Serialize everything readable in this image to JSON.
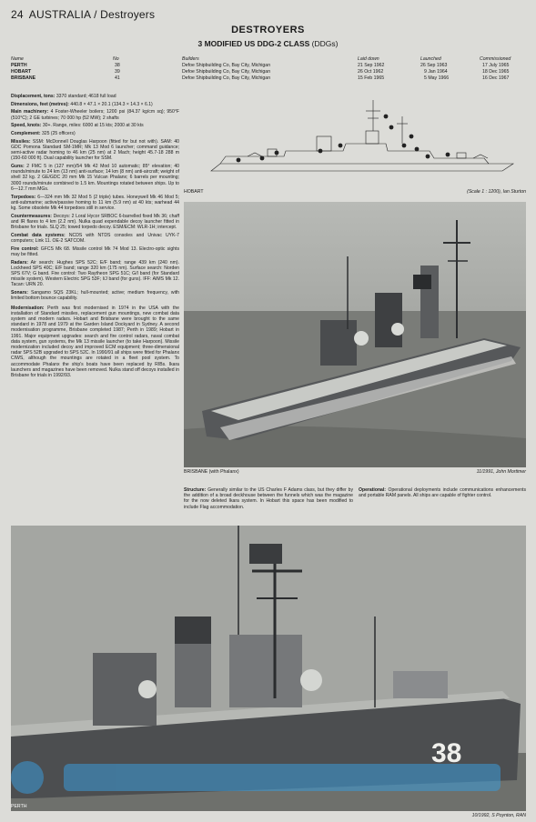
{
  "header": {
    "page_number": "24",
    "section": "AUSTRALIA / Destroyers"
  },
  "title": "DESTROYERS",
  "subtitle": {
    "main": "3 MODIFIED US DDG-2 CLASS",
    "suffix": "(DDGs)"
  },
  "ships_table": {
    "headers": {
      "name": "Name",
      "no": "No",
      "builders": "Builders",
      "laid_down": "Laid down",
      "launched": "Launched",
      "commissioned": "Commissioned"
    },
    "rows": [
      {
        "name": "PERTH",
        "no": "38",
        "builders": "Defoe Shipbuilding Co, Bay City, Michigan",
        "laid_down": "21 Sep 1962",
        "launched": "26 Sep 1963",
        "commissioned": "17 July 1965"
      },
      {
        "name": "HOBART",
        "no": "39",
        "builders": "Defoe Shipbuilding Co, Bay City, Michigan",
        "laid_down": "26 Oct 1962",
        "launched": "9 Jan 1964",
        "commissioned": "18 Dec 1965"
      },
      {
        "name": "BRISBANE",
        "no": "41",
        "builders": "Defoe Shipbuilding Co, Bay City, Michigan",
        "laid_down": "15 Feb 1965",
        "launched": "5 May 1966",
        "commissioned": "16 Dec 1967"
      }
    ]
  },
  "specs": [
    {
      "label": "Displacement, tons:",
      "text": "3370 standard; 4618 full load"
    },
    {
      "label": "Dimensions, feet (metres):",
      "text": "440.8 × 47.1 × 20.1 (134.3 × 14.3 × 6.1)"
    },
    {
      "label": "Main machinery:",
      "text": "4 Foster-Wheeler boilers; 1200 psi (84.37 kg/cm sq); 950°F (510°C); 2 GE turbines; 70 000 hp (52 MW); 2 shafts"
    },
    {
      "label": "Speed, knots:",
      "text": "30+. Range, miles: 6000 at 15 kts; 2000 at 30 kts"
    },
    {
      "label": "Complement:",
      "text": "325 (25 officers)"
    },
    {
      "label": "Missiles:",
      "text": "SSM: McDonnell Douglas Harpoon (fitted for but not with). SAM: 40 GDC Pomona Standard SM-1MR; Mk 13 Mod 6 launcher; command guidance; semi-active radar homing to 46 km (25 nm) at 2 Mach; height 45.7-18 288 m (150-60 000 ft). Dual capability launcher for SSM."
    },
    {
      "label": "Guns:",
      "text": "2 FMC 5 in (127 mm)/54 Mk 42 Mod 10 automatic; 85° elevation; 40 rounds/minute to 24 km (13 nm) anti-surface; 14 km (8 nm) anti-aircraft; weight of shell 32 kg. 2 GE/GDC 20 mm Mk 15 Vulcan Phalanx; 6 barrels per mounting; 3000 rounds/minute combined to 1.5 km. Mountings rotated between ships. Up to 6—12.7 mm MGs."
    },
    {
      "label": "Torpedoes:",
      "text": "6—324 mm Mk 32 Mod 5 (2 triple) tubes. Honeywell Mk 46 Mod 5; anti-submarine; active/passive homing to 11 km (5.9 nm) at 40 kts; warhead 44 kg. Some obsolete Mk 44 torpedoes still in service."
    },
    {
      "label": "Countermeasures:",
      "text": "Decoys: 2 Loral Hycor SRBOC 6-barrelled fixed Mk 36; chaff and IR flares to 4 km (2.2 nm). Nulka quad expendable decoy launcher fitted in Brisbane for trials. SLQ 25; towed torpedo decoy. ESM/ECM: WLR-1H; intercept."
    },
    {
      "label": "Combat data systems:",
      "text": "NCDS with NTDS consoles and Univac UYK-7 computers; Link 11. OE-2 SATCOM."
    },
    {
      "label": "Fire control:",
      "text": "GFCS Mk 68. Missile control Mk 74 Mod 13. Electro-optic sights may be fitted."
    },
    {
      "label": "Radars:",
      "text": "Air search: Hughes SPS 52C; E/F band; range 439 km (240 nm). Lockheed SPS 40C; E/F band; range 320 km (175 nm). Surface search: Norden SPS 67V; G band. Fire control: Two Raytheon SPG 51C; G/I band (for Standard missile system). Western Electric SPG 53F; I/J band (for guns). IFF: AIMS Mk 12. Tacan: URN 20."
    },
    {
      "label": "Sonars:",
      "text": "Sangamo SQS 23KL; hull-mounted; active; medium frequency, with limited bottom bounce capability."
    },
    {
      "label": "Modernisation:",
      "text": "Perth was first modernised in 1974 in the USA with the installation of Standard missiles, replacement gun mountings, new combat data system and modern radars. Hobart and Brisbane were brought to the same standard in 1978 and 1979 at the Garden Island Dockyard in Sydney. A second modernisation programme, Brisbane completed 1987; Perth in 1989; Hobart in 1991. Major equipment upgrades: search and fire control radars, naval combat data system, gun systems, the Mk 13 missile launcher (to take Harpoon). Missile modernization included decoy and improved ECM equipment; three-dimensional radar SPS 52B upgraded to SPS 52C. In 1990/91 all ships were fitted for Phalanx CIWS, although the mountings are rotated in a fleet pool system. To accommodate Phalanx the ship's boats have been replaced by RIBs. Ikara launchers and magazines have been removed. Nulka stand off decoys installed in Brisbane for trials in 1992/93."
    }
  ],
  "figures": {
    "drawing": {
      "label": "HOBART",
      "credit": "(Scale 1 : 1200), Ian Sturton"
    },
    "photo1": {
      "label": "BRISBANE (with Phalanx)",
      "credit": "11/1991, John Mortimer"
    },
    "photo2": {
      "label": "PERTH",
      "credit": "10/1992, S Poynton, RAN",
      "hull_number": "38"
    }
  },
  "structure": {
    "label": "Structure:",
    "text": "Generally similar to the US Charles F Adams class, but they differ by the addition of a broad deckhouse between the funnels which was the magazine for the now deleted Ikara system. In Hobart this space has been modified to include Flag accommodation."
  },
  "operational": {
    "label": "Operational:",
    "text": "Operational deployments include communications enhancements and portable RAM panels. All ships are capable of fighter control."
  }
}
